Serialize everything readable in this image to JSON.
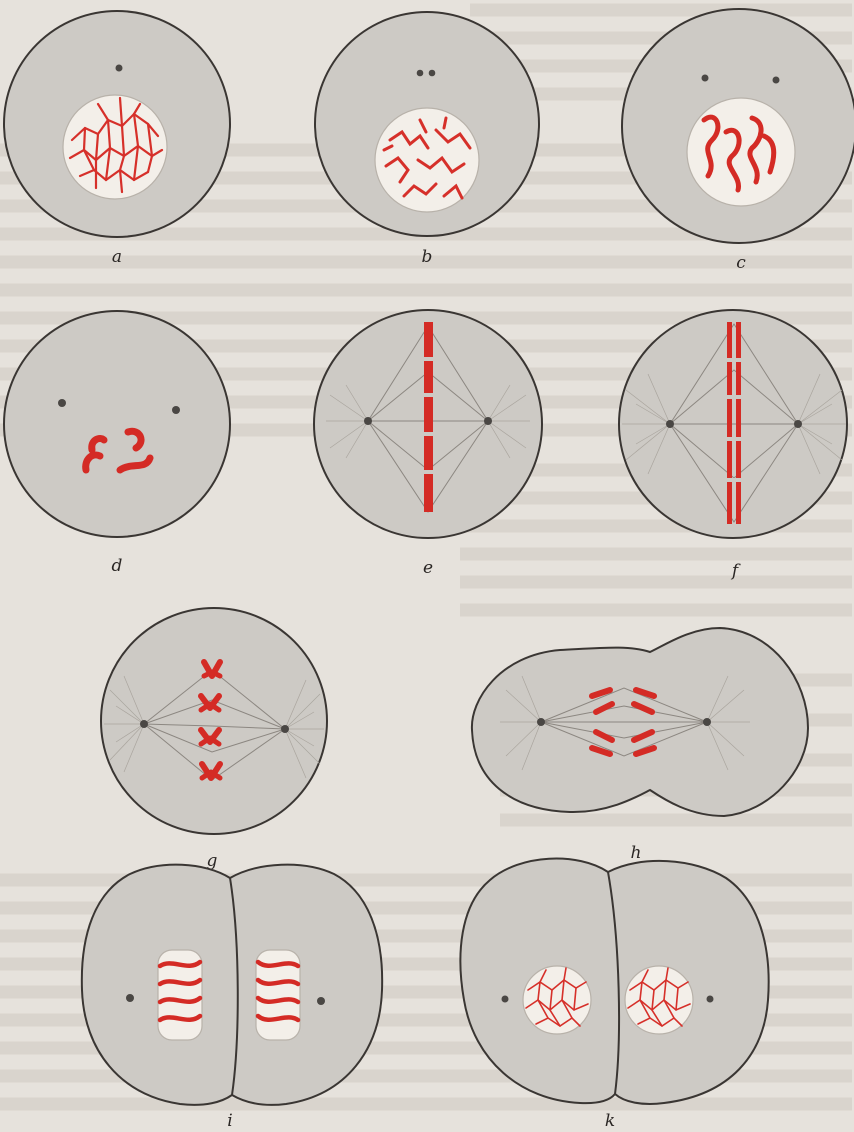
{
  "figures": [
    {
      "label": "a"
    },
    {
      "label": "b"
    },
    {
      "label": "c"
    },
    {
      "label": "d"
    },
    {
      "label": "e"
    },
    {
      "label": "f"
    },
    {
      "label": "g"
    },
    {
      "label": "h"
    },
    {
      "label": "i"
    },
    {
      "label": "k"
    }
  ],
  "colors": {
    "chromatin": "#d42b25",
    "cytoplasm": "#cdcac5",
    "nucleus": "#f3efe9",
    "outline": "#3a3633",
    "page_background": "#e6e2dc"
  }
}
